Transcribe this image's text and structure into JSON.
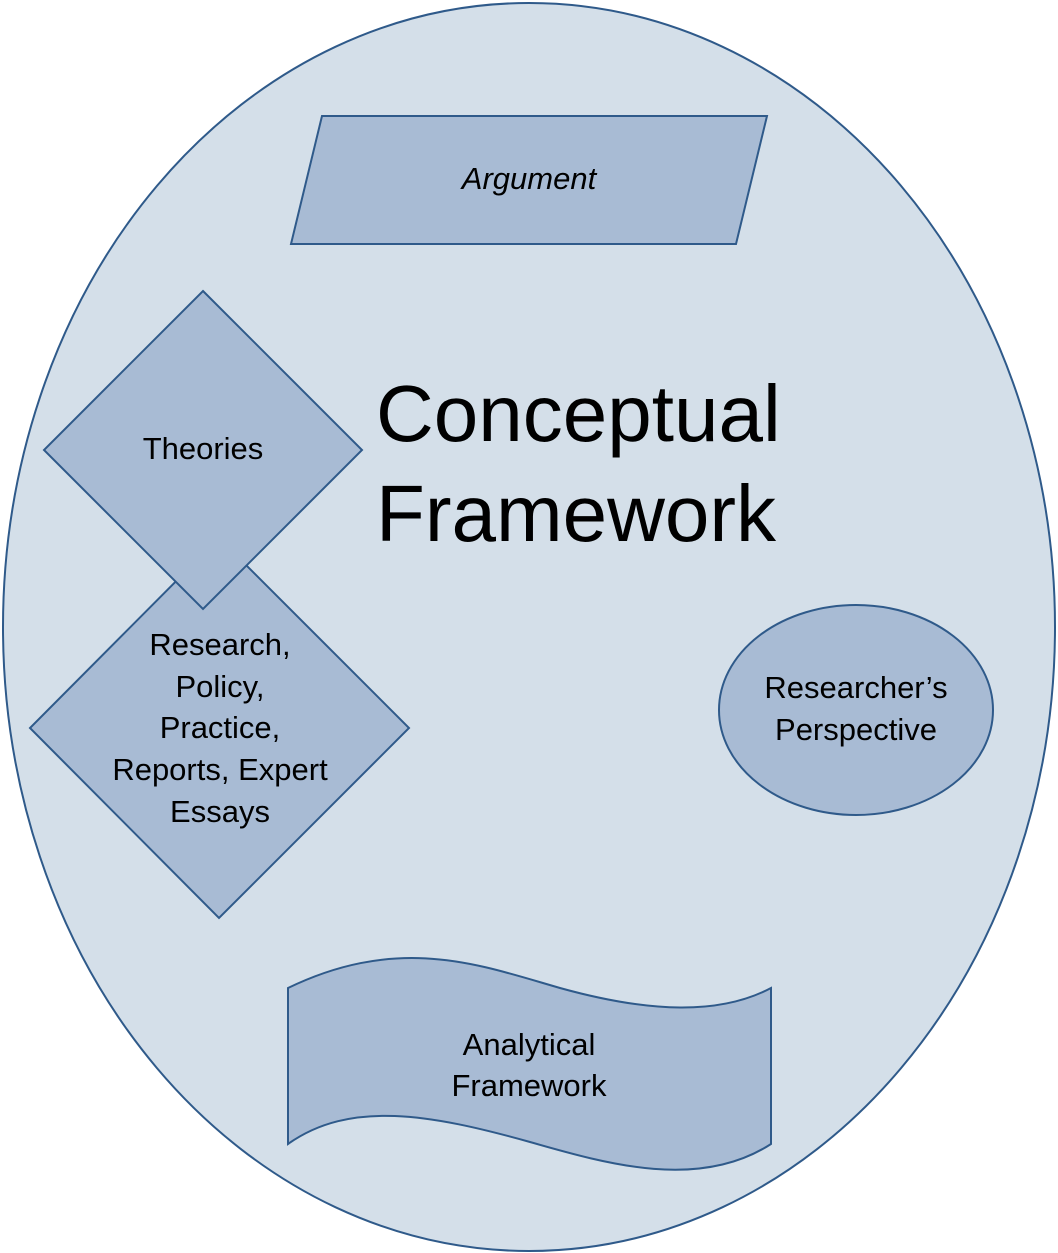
{
  "diagram": {
    "title_line1": "Conceptual",
    "title_line2": "Framework",
    "argument": "Argument",
    "theories": "Theories",
    "research_lines": [
      "Research,",
      "Policy,",
      "Practice,",
      "Reports, Expert",
      "Essays"
    ],
    "perspective_lines": [
      "Researcher’s",
      "Perspective"
    ],
    "analytical_lines": [
      "Analytical",
      "Framework"
    ]
  },
  "colors": {
    "outer_fill": "#d4dfe9",
    "shape_fill": "#a8bbd4",
    "stroke": "#2f5a8a"
  }
}
